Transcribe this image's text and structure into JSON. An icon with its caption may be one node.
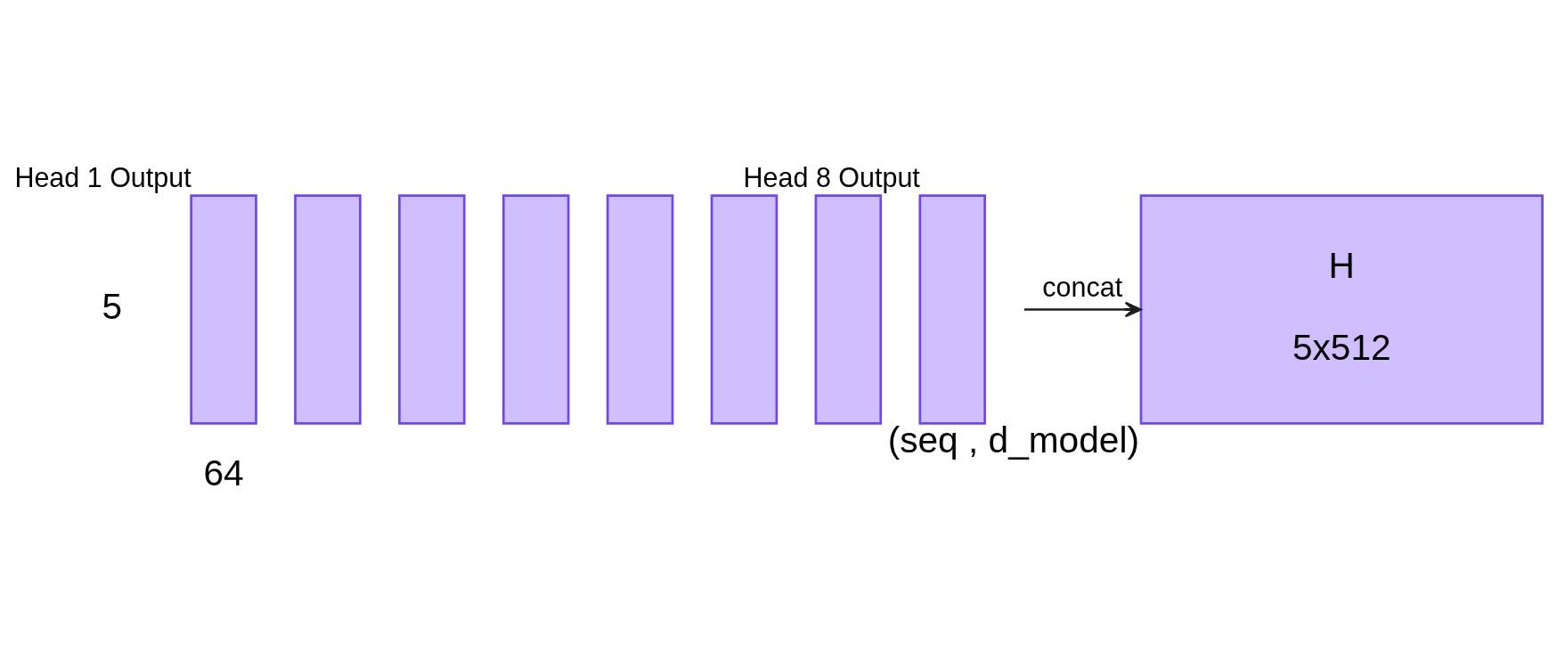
{
  "diagram": {
    "nodes": [
      {
        "text": [],
        "shape": "bar",
        "beside": [
          "Head 1 Output"
        ]
      },
      {
        "text": [],
        "shape": "bar"
      },
      {
        "text": [],
        "shape": "bar"
      },
      {
        "text": [],
        "shape": "bar"
      },
      {
        "text": [],
        "shape": "bar"
      },
      {
        "text": [],
        "shape": "bar"
      },
      {
        "text": [],
        "shape": "bar"
      },
      {
        "text": [],
        "shape": "bar",
        "beside": [
          "Head 8 Output"
        ]
      },
      {
        "text": [
          "H",
          "5x512"
        ],
        "beside": [
          "(seq , d_model)"
        ]
      }
    ],
    "edges": [
      {
        "from": null,
        "to": 8,
        "arrow": "to",
        "label": "concat"
      }
    ],
    "labels": [
      "5",
      "64"
    ]
  }
}
